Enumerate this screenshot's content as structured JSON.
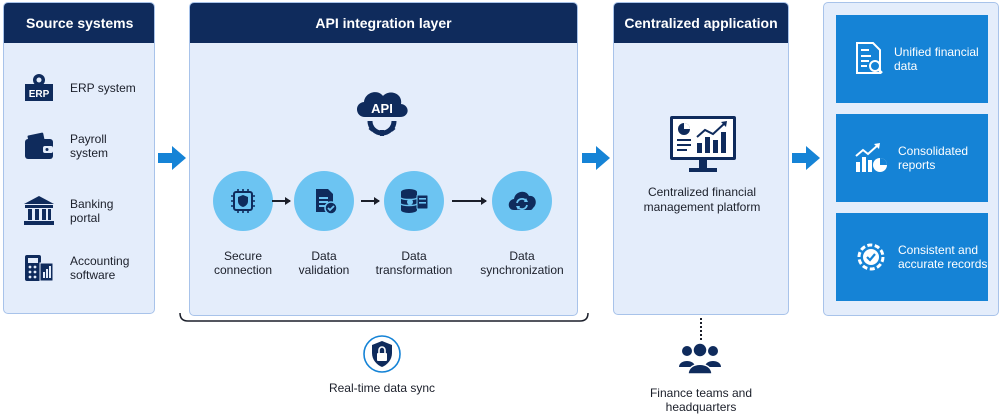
{
  "source_systems": {
    "title": "Source systems",
    "items": [
      {
        "label": "ERP system",
        "icon": "erp-icon"
      },
      {
        "label": "Payroll system",
        "icon": "wallet-icon"
      },
      {
        "label": "Banking portal",
        "icon": "bank-icon"
      },
      {
        "label": "Accounting software",
        "icon": "accounting-icon"
      }
    ]
  },
  "api_layer": {
    "title": "API integration layer",
    "top_icon": "api-cloud-gear-icon",
    "top_icon_text": "API",
    "steps": [
      {
        "label": "Secure connection",
        "icon": "shield-chip-icon"
      },
      {
        "label": "Data validation",
        "icon": "document-check-icon"
      },
      {
        "label": "Data transformation",
        "icon": "database-transform-icon"
      },
      {
        "label": "Data synchronization",
        "icon": "cloud-sync-icon"
      }
    ]
  },
  "central_app": {
    "title": "Centralized application",
    "platform_label": "Centralized financial management platform",
    "icon": "dashboard-monitor-icon"
  },
  "outputs": [
    {
      "label": "Unified financial data",
      "icon": "report-search-icon"
    },
    {
      "label": "Consolidated reports",
      "icon": "growth-chart-icon"
    },
    {
      "label": "Consistent and accurate records",
      "icon": "gear-check-icon"
    }
  ],
  "realtime": {
    "label": "Real-time data sync",
    "icon": "lock-shield-icon"
  },
  "finance": {
    "label": "Finance teams and headquarters",
    "icon": "people-group-icon"
  },
  "colors": {
    "header_navy": "#0f2b5c",
    "panel_bg": "#e4edfb",
    "panel_border": "#a8c3ea",
    "arrow_blue": "#1583d6",
    "step_circle": "#6cc4f2",
    "output_box": "#1583d6"
  }
}
